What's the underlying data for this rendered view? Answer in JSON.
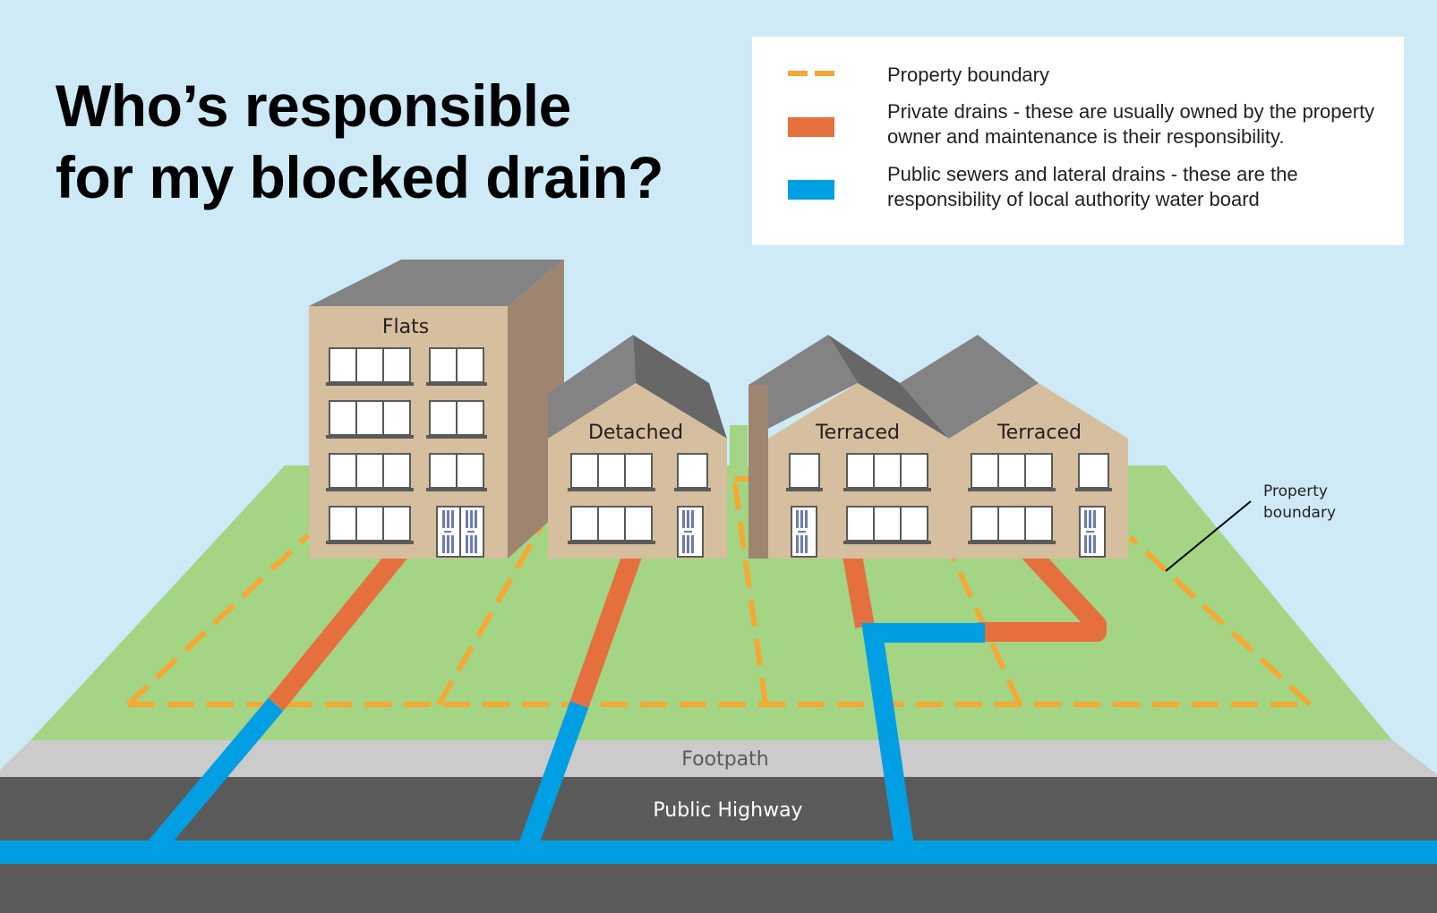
{
  "title": {
    "line1": "Who’s responsible",
    "line2": "for my blocked drain?"
  },
  "legend": {
    "boundary": {
      "label": "Property boundary",
      "color": "#f5a833"
    },
    "private": {
      "line1": "Private drains - these are usually owned by the property",
      "line2": "owner and maintenance is their responsibility.",
      "color": "#e5703e"
    },
    "public": {
      "line1": "Public sewers and lateral drains - these are the",
      "line2": "responsibility of local authority water board",
      "color": "#009fe3"
    }
  },
  "buildings": {
    "flats": "Flats",
    "detached": "Detached",
    "terraced_left": "Terraced",
    "terraced_right": "Terraced"
  },
  "ground": {
    "footpath": "Footpath",
    "highway": "Public Highway"
  },
  "callout": {
    "line1": "Property",
    "line2": "boundary"
  },
  "colors": {
    "sky": "#cdeaf6",
    "grass": "#a3d584",
    "footpath": "#cbcbcb",
    "road": "#5a5a5a",
    "wall": "#d6bf9f",
    "wall_side": "#9e8570",
    "roof": "#838383",
    "roof_dark": "#676767"
  }
}
